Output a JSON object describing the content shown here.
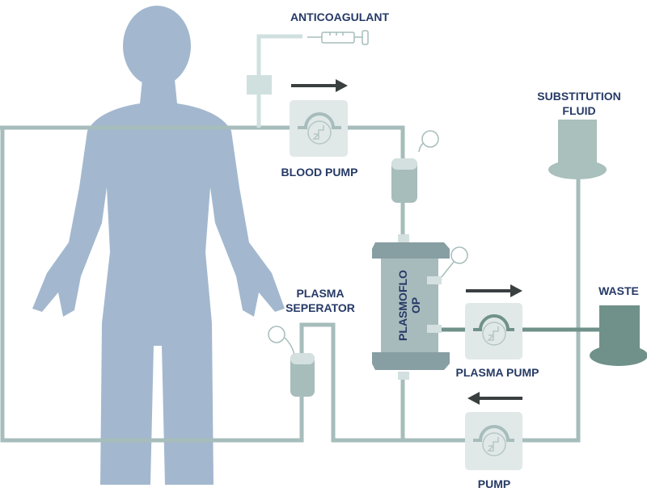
{
  "labels": {
    "anticoagulant": "ANTICOAGULANT",
    "blood_pump": "BLOOD PUMP",
    "substitution_fluid_line1": "SUBSTITUTION",
    "substitution_fluid_line2": "FLUID",
    "waste": "WASTE",
    "plasma_separator_line1": "PLASMA",
    "plasma_separator_line2": "SEPERATOR",
    "filter_line1": "PLASMOFLO",
    "filter_line2": "OP",
    "plasma_pump": "PLASMA PUMP",
    "pump": "PUMP"
  },
  "colors": {
    "person": "#a3b8cf",
    "tube": "#a6bdbb",
    "text": "#263a66",
    "waste": "#6f918a",
    "arrow": "#3a3f40"
  }
}
